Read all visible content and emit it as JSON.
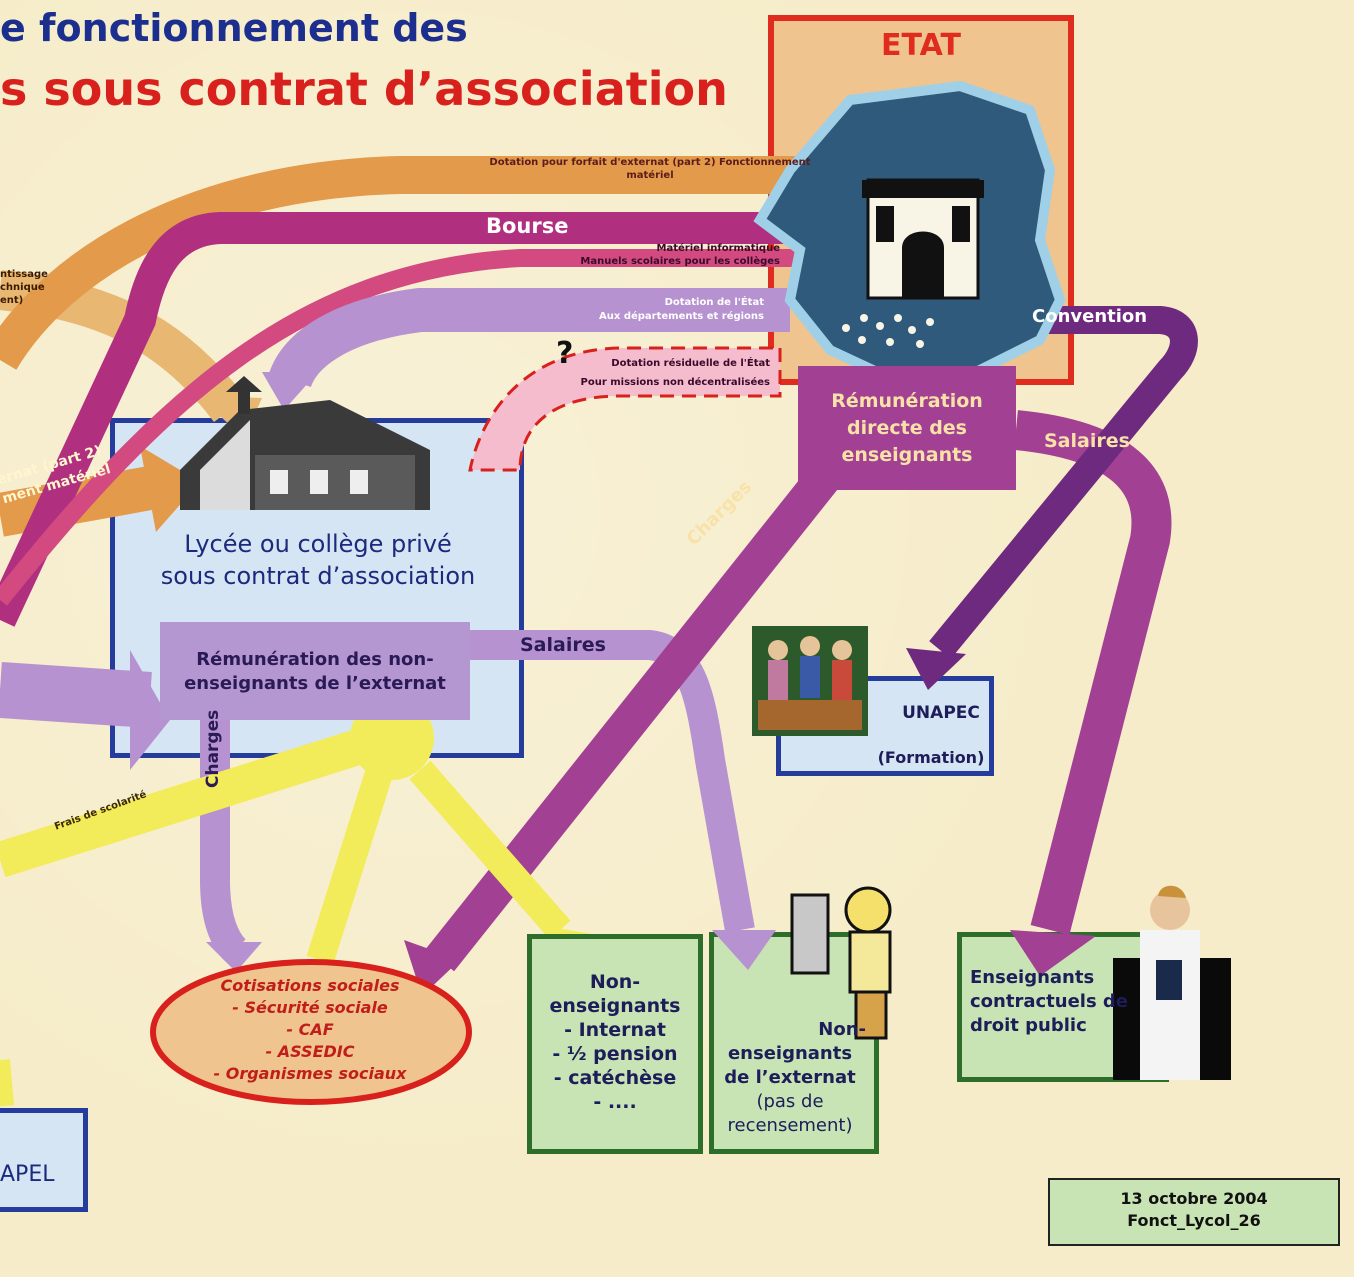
{
  "title": {
    "line1": "e fonctionnement des",
    "line2": "s sous contrat d’association"
  },
  "etat": {
    "label": "ETAT"
  },
  "flows": {
    "dotation_forfait_line1": "Dotation pour forfait d'externat (part 2) Fonctionnement",
    "dotation_forfait_line2": "matériel",
    "bourse": "Bourse",
    "materiel_line1": "Matériel informatique",
    "materiel_line2": "Manuels scolaires pour les collèges",
    "dotation_etat_line1": "Dotation de l'État",
    "dotation_etat_line2": "Aux départements et régions",
    "residuelle_line1": "Dotation résiduelle de l'État",
    "residuelle_line2": "Pour missions non décentralisées",
    "question_mark": "?",
    "convention": "Convention",
    "salaires_right": "Salaires",
    "salaires_center": "Salaires",
    "charges_diag": "Charges",
    "charges_vertical": "Charges",
    "frais_scolarite": "Frais de scolarité",
    "apprentissage_line1": "ntissage",
    "apprentissage_line2": "chnique",
    "apprentissage_line3": "ent)",
    "forfait_left_line1": "ernat (part 2)",
    "forfait_left_line2": "ment matériel"
  },
  "lycee": {
    "line1": "Lycée ou collège privé",
    "line2": "sous contrat d’association"
  },
  "remuneration_non_enseignants": {
    "line1": "Rémunération des non-",
    "line2": "enseignants de l’externat"
  },
  "remuneration_directe": {
    "line1": "Rémunération",
    "line2": "directe des",
    "line3": "enseignants"
  },
  "unapec": {
    "title": "UNAPEC",
    "subtitle": "(Formation)"
  },
  "cotisations": {
    "line1": "Cotisations sociales",
    "line2": "- Sécurité sociale",
    "line3": "- CAF",
    "line4": "- ASSEDIC",
    "line5": "- Organismes sociaux"
  },
  "non_enseignants_internat": {
    "line1": "Non-",
    "line2": "enseignants",
    "line3": "- Internat",
    "line4": "- ½ pension",
    "line5": "- catéchèse",
    "line6": "- ...."
  },
  "non_enseignants_externat": {
    "line1": "Non-",
    "line2": "enseignants",
    "line3": "de l’externat",
    "line4": "(pas de",
    "line5": "recensement)"
  },
  "enseignants_contractuels": {
    "line1": "Enseignants",
    "line2": "contractuels de",
    "line3": "droit public"
  },
  "apel": {
    "label": "APEL"
  },
  "footer": {
    "date": "13 octobre 2004",
    "ref": "Fonct_Lycol_26"
  },
  "colors": {
    "orange_flow": "#e39a4a",
    "magenta_flow": "#c2337c",
    "lilac_flow": "#b792d0",
    "purple_flow": "#7a2a7e",
    "yellow_flow": "#f2ec5a",
    "etat_border": "#e02b1f",
    "box_border_blue": "#263c9c",
    "box_border_green": "#2c6e2a"
  }
}
